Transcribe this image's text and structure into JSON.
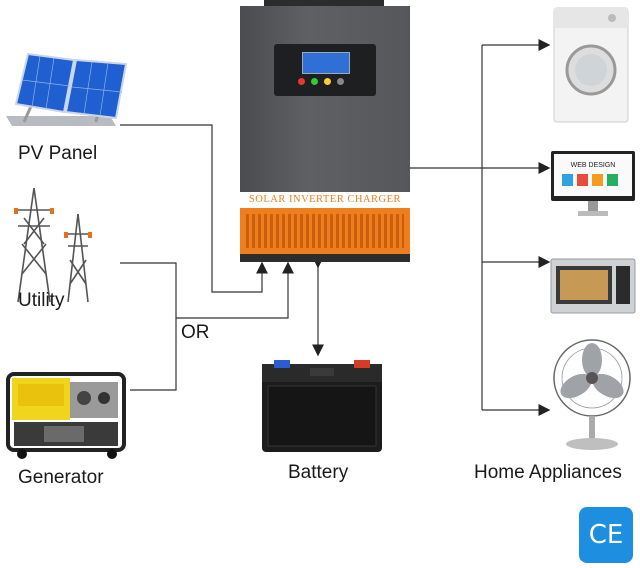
{
  "labels": {
    "pv_panel": "PV Panel",
    "utility": "Utility",
    "or": "OR",
    "generator": "Generator",
    "battery": "Battery",
    "home_appliances": "Home Appliances"
  },
  "inverter": {
    "caption": "SOLAR INVERTER CHARGER",
    "body_color": "#5b5d60",
    "accent_color": "#ee7e1e"
  },
  "monitor": {
    "screen_text": "WEB DESIGN"
  },
  "badge": {
    "text": "CE",
    "color": "#1e8fe0"
  },
  "icons": {
    "pv": "solar-panel-icon",
    "utility": "power-tower-icon",
    "generator": "generator-icon",
    "battery": "battery-icon",
    "washer": "washing-machine-icon",
    "monitor": "computer-monitor-icon",
    "microwave": "microwave-icon",
    "fan": "electric-fan-icon"
  }
}
